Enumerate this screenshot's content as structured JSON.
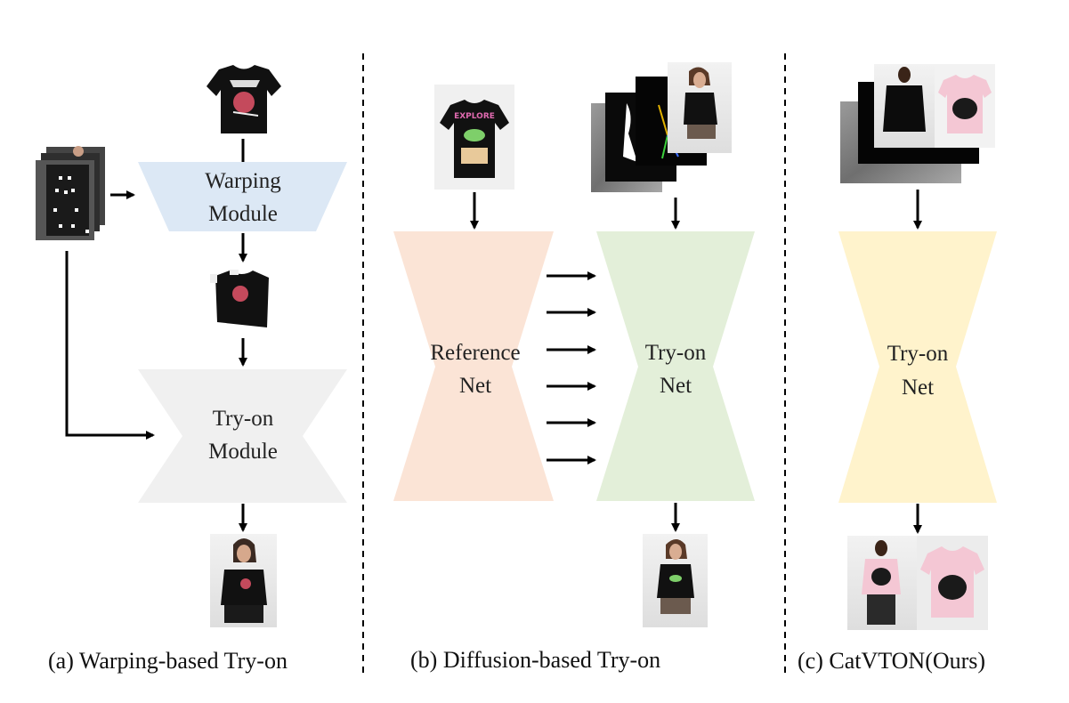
{
  "colors": {
    "warping_module": "#dce8f5",
    "tryon_module_a": "#f0f0f0",
    "reference_net": "#fbe4d6",
    "tryon_net_b": "#e3efd9",
    "tryon_net_c": "#fff3cc",
    "garment_pink": "#f4c7d4",
    "arrow": "#000000"
  },
  "panels": {
    "a": {
      "caption": "(a) Warping-based Try-on",
      "warping_module": [
        "Warping",
        "Module"
      ],
      "tryon_module": [
        "Try-on",
        "Module"
      ]
    },
    "b": {
      "caption": "(b) Diffusion-based Try-on",
      "reference_net": [
        "Reference",
        "Net"
      ],
      "tryon_net": [
        "Try-on",
        "Net"
      ],
      "garment_print": "EXPLORE"
    },
    "c": {
      "caption": "(c) CatVTON(Ours)",
      "tryon_net": [
        "Try-on",
        "Net"
      ]
    }
  }
}
